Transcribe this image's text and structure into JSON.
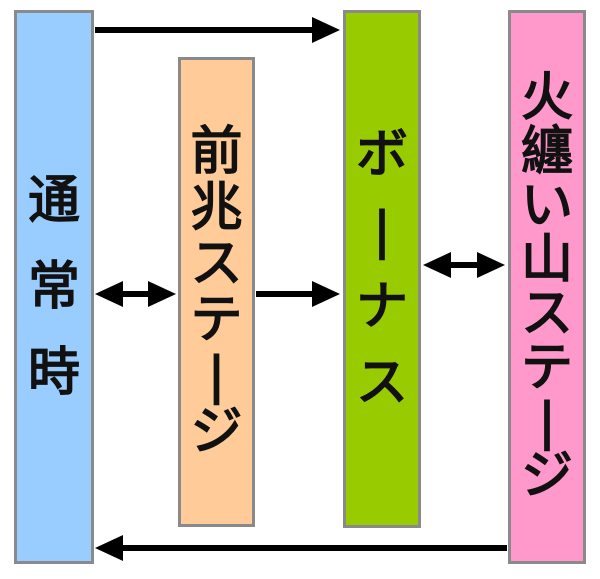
{
  "diagram": {
    "nodes": [
      {
        "id": "normal",
        "label": "通常時",
        "color": "#99ccff"
      },
      {
        "id": "omen",
        "label": "前兆ステージ",
        "color": "#ffcc99"
      },
      {
        "id": "bonus",
        "label": "ボーナス",
        "color": "#99cc00"
      },
      {
        "id": "fire",
        "label": "火纏い山ステージ",
        "color": "#ff99cc"
      }
    ],
    "edges": [
      {
        "from": "normal",
        "to": "bonus",
        "direction": "one-way"
      },
      {
        "from": "normal",
        "to": "omen",
        "direction": "two-way"
      },
      {
        "from": "omen",
        "to": "bonus",
        "direction": "one-way"
      },
      {
        "from": "bonus",
        "to": "fire",
        "direction": "two-way"
      },
      {
        "from": "fire",
        "to": "normal",
        "direction": "one-way"
      }
    ],
    "arrow_color": "#000000",
    "border_color": "#8a8a8a"
  }
}
